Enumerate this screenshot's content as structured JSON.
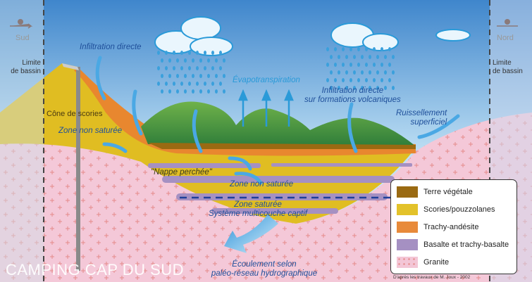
{
  "orientation": {
    "left": "Sud",
    "right": "Nord"
  },
  "basin_limit_left": [
    "Limite",
    "de bassin"
  ],
  "basin_limit_right": [
    "Limite",
    "de bassin"
  ],
  "labels": {
    "infiltration_directe": "Infiltration directe",
    "evapotranspiration": "Évapotranspiration",
    "infiltration_volcanique": [
      "Infiltration directe",
      "sur formations volcaniques"
    ],
    "ruissellement": [
      "Ruissellement",
      "superficiel"
    ],
    "cone": "Cône de scories",
    "zone_non_saturee_1": "Zone non saturée",
    "nappe_perchee": "\"Nappe perchée\"",
    "zone_non_saturee_2": "Zone non saturée",
    "zone_saturee": "Zone saturée",
    "systeme_captif": "Système multicouche captif",
    "ecoulement": [
      "Écoulement selon",
      "paléo-réseau hydrographique"
    ]
  },
  "legend": [
    {
      "label": "Terre végétale",
      "color": "#9a6a12"
    },
    {
      "label": "Scories/pouzzolanes",
      "color": "#e3c22a"
    },
    {
      "label": "Trachy-andésite",
      "color": "#e88a3a"
    },
    {
      "label": "Basalte et trachy-basalte",
      "color": "#a590c2"
    },
    {
      "label": "Granite",
      "color": "#f3c6d6"
    }
  ],
  "credit": "D'après les travaux de M. Joux - 2002",
  "watermark": "CAMPING CAP DU SUD"
}
